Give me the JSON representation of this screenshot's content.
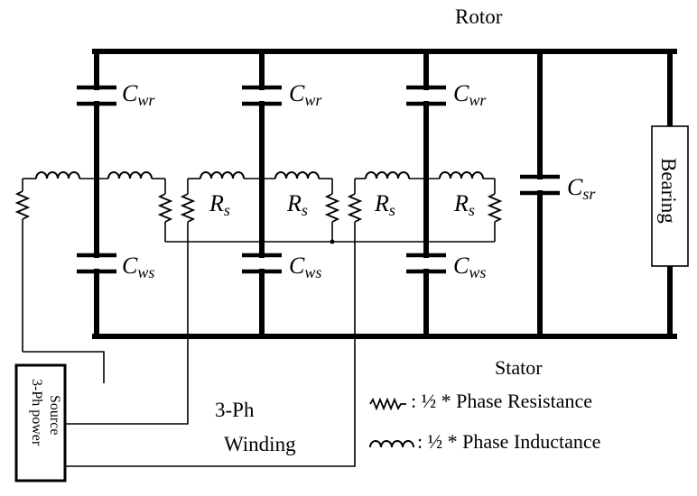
{
  "labels": {
    "rotor": "Rotor",
    "stator": "Stator",
    "bearing": "Bearing",
    "winding_line1": "3-Ph",
    "winding_line2": "Winding",
    "source_line1": "3-Ph power",
    "source_line2": "Source"
  },
  "components": {
    "cwr_main": "C",
    "cwr_sub": "wr",
    "cws_main": "C",
    "cws_sub": "ws",
    "csr_main": "C",
    "csr_sub": "sr",
    "rs_main": "R",
    "rs_sub": "s"
  },
  "legend": {
    "resistance": ": ½ * Phase Resistance",
    "inductance": ": ½ * Phase Inductance",
    "resistance_icon": "resistor-zigzag-icon",
    "inductance_icon": "inductor-coil-icon"
  }
}
